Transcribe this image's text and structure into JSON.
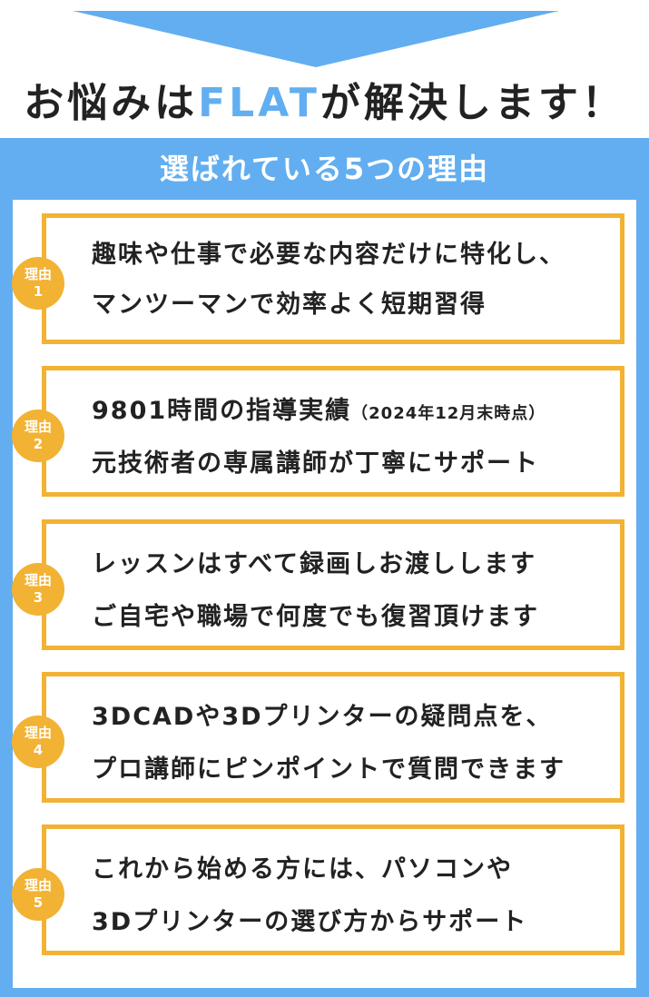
{
  "headline": {
    "before": "お悩みは",
    "accent": "FLAT",
    "after": "が解決します！"
  },
  "panel_title": "選ばれている5つの理由",
  "badge_label": "理由",
  "reasons": [
    {
      "number": "1",
      "line1": "趣味や仕事で必要な内容だけに特化し、",
      "line2": "マンツーマンで効率よく短期習得"
    },
    {
      "number": "2",
      "line1": "9801時間の指導実績",
      "line1_note": "（2024年12月末時点）",
      "line2": "元技術者の専属講師が丁寧にサポート"
    },
    {
      "number": "3",
      "line1": "レッスンはすべて録画しお渡しします",
      "line2": "ご自宅や職場で何度でも復習頂けます"
    },
    {
      "number": "4",
      "line1": "3DCADや3Dプリンターの疑問点を、",
      "line2": "プロ講師にピンポイントで質問できます"
    },
    {
      "number": "5",
      "line1": "これから始める方には、パソコンや",
      "line2": "3Dプリンターの選び方からサポート"
    }
  ],
  "colors": {
    "primary_blue": "#62aef0",
    "accent_orange": "#f2b233",
    "text": "#222222"
  }
}
